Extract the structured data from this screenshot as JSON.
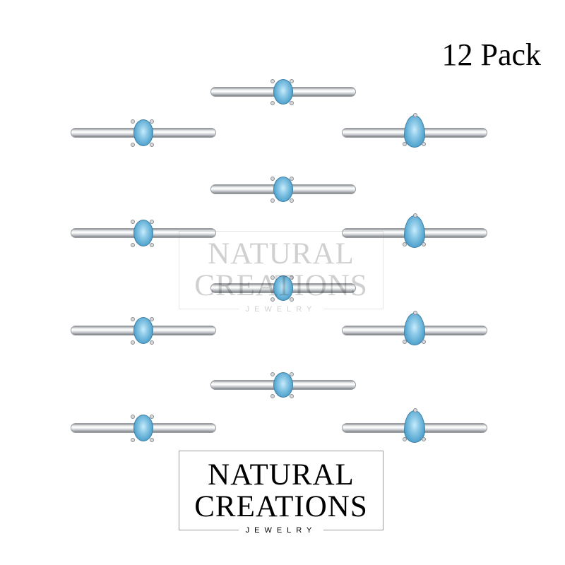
{
  "badge": {
    "pack_label": "12 Pack"
  },
  "logo": {
    "line1": "NATURAL",
    "line2": "CREATIONS",
    "line3": "JEWELRY"
  },
  "colors": {
    "gem": "#5aa9d2",
    "metal": "#d8dadc"
  },
  "rings": [
    {
      "column": "center",
      "gem_shape": "oval"
    },
    {
      "column": "left",
      "gem_shape": "oval"
    },
    {
      "column": "right",
      "gem_shape": "pear"
    },
    {
      "column": "center",
      "gem_shape": "oval"
    },
    {
      "column": "left",
      "gem_shape": "oval"
    },
    {
      "column": "right",
      "gem_shape": "pear"
    },
    {
      "column": "center",
      "gem_shape": "oval"
    },
    {
      "column": "left",
      "gem_shape": "oval"
    },
    {
      "column": "right",
      "gem_shape": "pear"
    },
    {
      "column": "center",
      "gem_shape": "oval"
    },
    {
      "column": "left",
      "gem_shape": "oval"
    },
    {
      "column": "right",
      "gem_shape": "pear"
    }
  ]
}
